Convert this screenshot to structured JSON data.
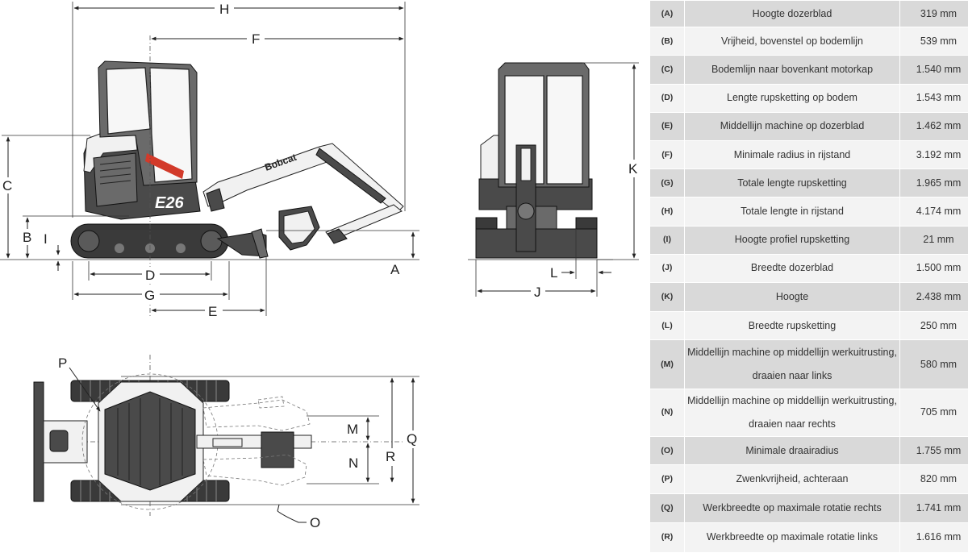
{
  "brand": {
    "logo_text": "Bobcat",
    "model_text": "E26",
    "accent_color": "#d23a2a"
  },
  "dimension_labels": {
    "A": "A",
    "B": "B",
    "C": "C",
    "D": "D",
    "E": "E",
    "F": "F",
    "G": "G",
    "H": "H",
    "I": "I",
    "J": "J",
    "K": "K",
    "L": "L",
    "M": "M",
    "N": "N",
    "O": "O",
    "P": "P",
    "Q": "Q",
    "R": "R"
  },
  "specs": [
    {
      "code": "(A)",
      "description": "Hoogte dozerblad",
      "value": "319 mm"
    },
    {
      "code": "(B)",
      "description": "Vrijheid, bovenstel op bodemlijn",
      "value": "539 mm"
    },
    {
      "code": "(C)",
      "description": "Bodemlijn naar bovenkant motorkap",
      "value": "1.540 mm"
    },
    {
      "code": "(D)",
      "description": "Lengte rupsketting op bodem",
      "value": "1.543 mm"
    },
    {
      "code": "(E)",
      "description": "Middellijn machine op dozerblad",
      "value": "1.462 mm"
    },
    {
      "code": "(F)",
      "description": "Minimale radius in rijstand",
      "value": "3.192 mm"
    },
    {
      "code": "(G)",
      "description": "Totale lengte rupsketting",
      "value": "1.965 mm"
    },
    {
      "code": "(H)",
      "description": "Totale lengte in rijstand",
      "value": "4.174 mm"
    },
    {
      "code": "(I)",
      "description": "Hoogte profiel rupsketting",
      "value": "21 mm"
    },
    {
      "code": "(J)",
      "description": "Breedte dozerblad",
      "value": "1.500 mm"
    },
    {
      "code": "(K)",
      "description": "Hoogte",
      "value": "2.438 mm"
    },
    {
      "code": "(L)",
      "description": "Breedte rupsketting",
      "value": "250 mm"
    },
    {
      "code": "(M)",
      "description": "Middellijn machine op middellijn werkuitrusting, draaien naar links",
      "value": "580 mm"
    },
    {
      "code": "(N)",
      "description": "Middellijn machine op middellijn werkuitrusting, draaien naar rechts",
      "value": "705 mm"
    },
    {
      "code": "(O)",
      "description": "Minimale draairadius",
      "value": "1.755 mm"
    },
    {
      "code": "(P)",
      "description": "Zwenkvrijheid, achteraan",
      "value": "820 mm"
    },
    {
      "code": "(Q)",
      "description": "Werkbreedte op maximale rotatie rechts",
      "value": "1.741 mm"
    },
    {
      "code": "(R)",
      "description": "Werkbreedte op maximale rotatie links",
      "value": "1.616 mm"
    }
  ]
}
